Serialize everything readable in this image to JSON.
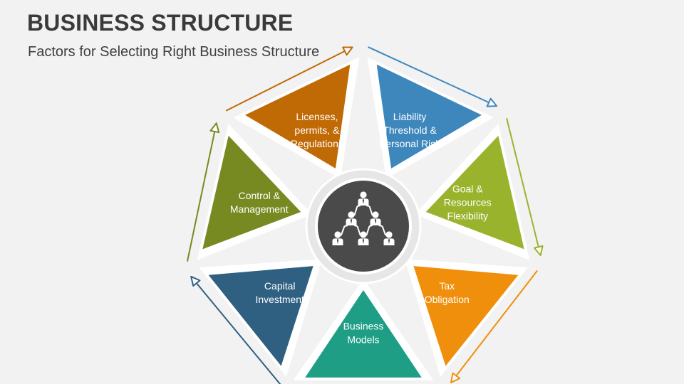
{
  "header": {
    "title": "BUSINESS STRUCTURE",
    "subtitle": "Factors for Selecting Right Business Structure"
  },
  "diagram": {
    "center_icon": "organization-hierarchy-icon",
    "segments": [
      {
        "id": "liability",
        "lines": [
          "Liability",
          "Threshold &",
          "Personal Risk"
        ],
        "color": "#3e87bd"
      },
      {
        "id": "goal",
        "lines": [
          "Goal &",
          "Resources",
          "Flexibility"
        ],
        "color": "#9ab32c"
      },
      {
        "id": "tax",
        "lines": [
          "Tax",
          "Obligation"
        ],
        "color": "#f08f0b"
      },
      {
        "id": "business-models",
        "lines": [
          "Business",
          "Models"
        ],
        "color": "#1f9e86"
      },
      {
        "id": "capital",
        "lines": [
          "Capital",
          "Investment"
        ],
        "color": "#2f6082"
      },
      {
        "id": "control",
        "lines": [
          "Control &",
          "Management"
        ],
        "color": "#778a21"
      },
      {
        "id": "licenses",
        "lines": [
          "Licenses,",
          "permits, &",
          "Regulations"
        ],
        "color": "#c06a06"
      }
    ]
  }
}
